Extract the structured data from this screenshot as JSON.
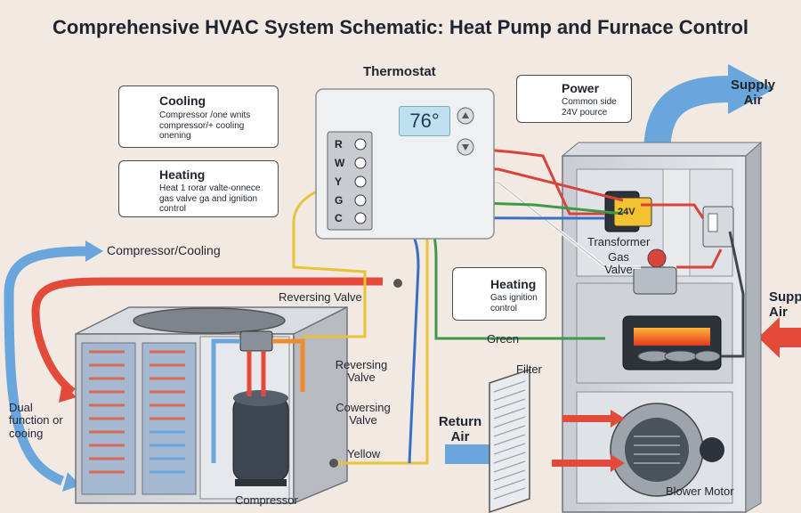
{
  "title": "Comprehensive HVAC System Schematic: Heat Pump and Furnace Control",
  "thermostat": {
    "label": "Thermostat",
    "temperature": "76°",
    "terminals": [
      "R",
      "W",
      "Y",
      "G",
      "C"
    ]
  },
  "callouts": {
    "cooling": {
      "title": "Cooling",
      "description": "Compressor /one wnits compressor/+ cooling onening",
      "icon": "snowflake-icon"
    },
    "heating_left": {
      "title": "Heating",
      "description": "Heat 1 rorar valte-onnece gas valve ga and ignition control",
      "icon": "flame-icon"
    },
    "power": {
      "title": "Power",
      "description": "Common side 24V pource",
      "icon": "power-icon"
    },
    "heating_right": {
      "title": "Heating",
      "description": "Gas ignition control",
      "icon": "flame-icon"
    }
  },
  "labels": {
    "compressor_cooling": "Compressor/Cooling",
    "reversing_valve_top": "Reversing Valve",
    "reversing_valve_mid": "Reversing Valve",
    "coversing_valve": "Cowersing Valve",
    "dual_function": "Dual function or cooing",
    "yellow": "Yellow",
    "compressor": "Compressor",
    "green": "Green",
    "filter": "Filter",
    "return_air": "Return Air",
    "blower_motor": "Blower Motor",
    "transformer": "Transformer",
    "transformer_voltage": "24V",
    "gas_valve": "Gas Valve",
    "supply_air_top": "Supply Air",
    "supply_air_right": "Supp Air"
  },
  "colors": {
    "wire_red": "#d8433a",
    "wire_white": "#f4f4f4",
    "wire_yellow": "#e8c33a",
    "wire_green": "#3e9a4a",
    "wire_blue": "#3a6fc4",
    "air_blue": "#6aa6dc",
    "air_red": "#e24b3a",
    "accent_orange": "#f08a2a"
  }
}
